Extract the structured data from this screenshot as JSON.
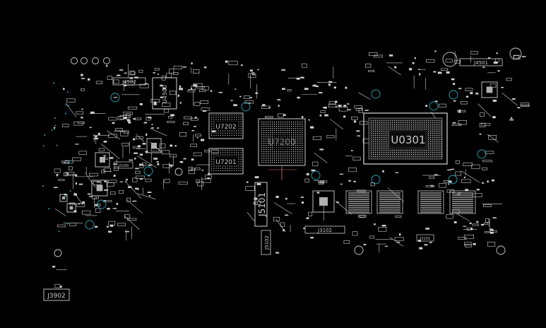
{
  "board": {
    "background": "#000000",
    "trace_color": "#d0d0d0",
    "via_color": "#2aa8b8",
    "components": {
      "u0301": "U0301",
      "u7202": "U7202",
      "u7201": "U7201",
      "u7200": "U7200",
      "j5101": "J5101",
      "j3102": "J3102",
      "j4502": "J4502",
      "j4501": "J4501",
      "j3902": "J3902",
      "j5102": "J5102",
      "j3101": "J3101",
      "j3100": "J3100",
      "u4500": "U4500"
    }
  }
}
